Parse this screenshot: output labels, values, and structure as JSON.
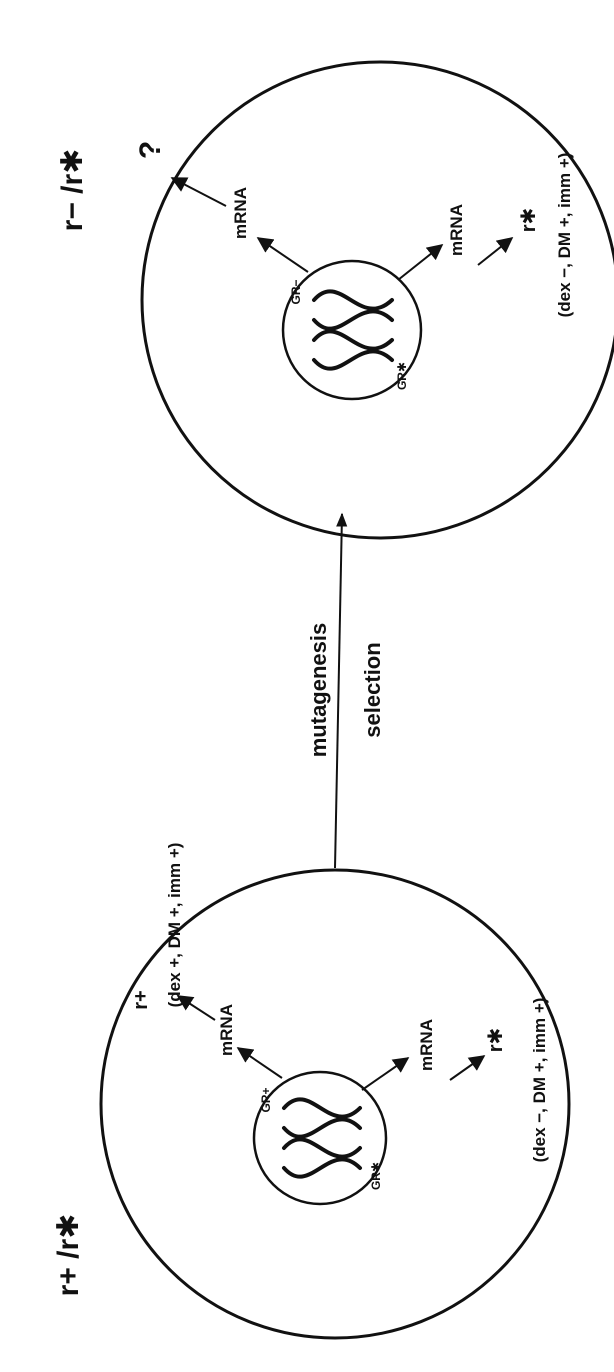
{
  "diagram": {
    "arrow_labels": [
      "mutagenesis",
      "selection"
    ],
    "left_cell": {
      "genotype": "r+ /r✱",
      "receptor_upper": "GR+",
      "receptor_lower": "GR✱",
      "mrna_upper": "mRNA",
      "mrna_lower": "mRNA",
      "gene_upper": "r+",
      "gene_lower": "r✱",
      "phenotype_upper": "(dex +,  DM +,  imm +)",
      "phenotype_lower": "(dex −,  DM +,  imm +)"
    },
    "right_cell": {
      "genotype": "r− /r✱",
      "receptor_upper": "GR−",
      "receptor_lower": "GR✱",
      "mrna_upper": "mRNA",
      "mrna_lower": "mRNA",
      "unknown_product": "?",
      "gene_lower": "r✱",
      "phenotype_lower": "(dex −,  DM +,  imm +)"
    }
  }
}
